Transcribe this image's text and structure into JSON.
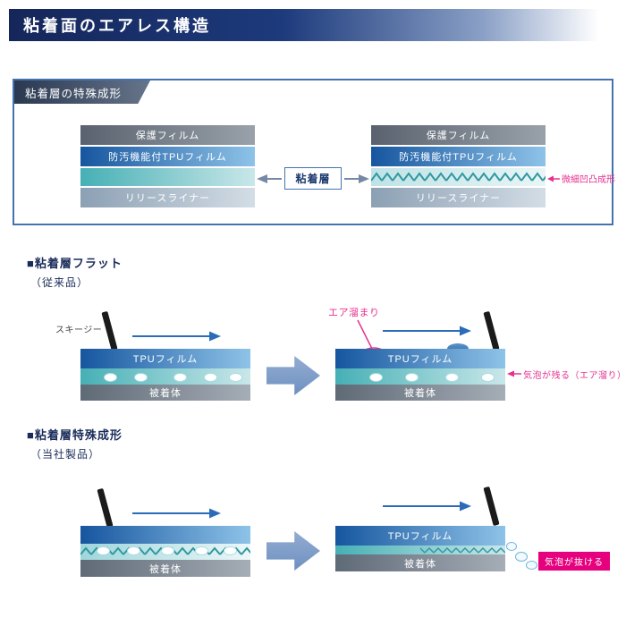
{
  "header": {
    "title": "粘着面のエアレス構造"
  },
  "panel": {
    "tag": "粘着層の特殊成形",
    "stack_left": {
      "l1": "保護フィルム",
      "l2": "防汚機能付TPUフィルム",
      "l4": "リリースライナー"
    },
    "stack_right": {
      "l1": "保護フィルム",
      "l2": "防汚機能付TPUフィルム",
      "l4": "リリースライナー"
    },
    "center_label": "粘着層",
    "annotation": "微細凹凸成形"
  },
  "section_flat": {
    "heading": "■粘着層フラット",
    "subheading": "（従来品）",
    "squeegee_label": "スキージー →",
    "before": {
      "film": "TPUフィルム",
      "substrate": "被着体"
    },
    "after": {
      "film": "TPUフィルム",
      "substrate": "被着体"
    },
    "air_pocket": "エア溜まり",
    "note": "気泡が残る（エア溜り）"
  },
  "section_molded": {
    "heading": "■粘着層特殊成形",
    "subheading": "（当社製品）",
    "before": {
      "substrate": "被着体"
    },
    "after": {
      "film": "TPUフィルム",
      "substrate": "被着体"
    },
    "note": "気泡が抜ける"
  },
  "colors": {
    "accent_pink": "#e6308f",
    "note_badge_bg": "#e6007e",
    "sweep_arrow_blue": "#2b6cb8",
    "panel_border_blue": "#4472b0",
    "heading_navy": "#1a2c5a"
  }
}
